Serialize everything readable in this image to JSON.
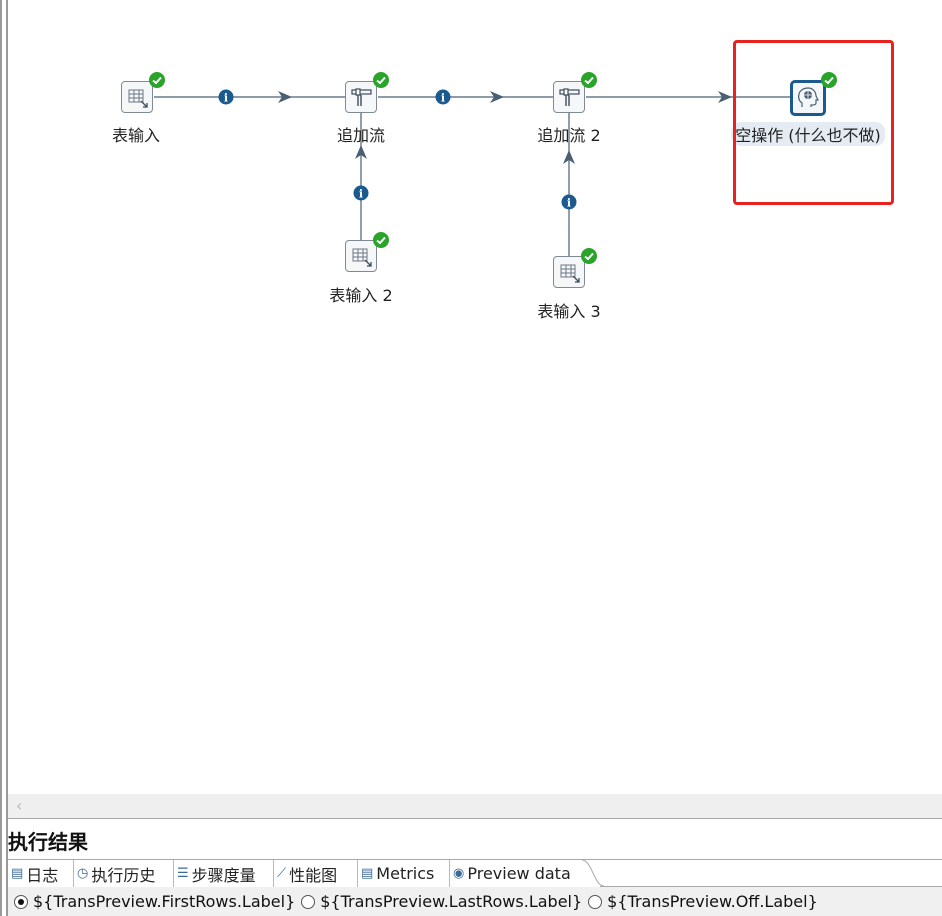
{
  "canvas": {
    "steps": [
      {
        "id": "table-input-1",
        "label": "表输入",
        "type": "table-input",
        "status": "success"
      },
      {
        "id": "append-stream-1",
        "label": "追加流",
        "type": "append-streams",
        "status": "success"
      },
      {
        "id": "table-input-2",
        "label": "表输入 2",
        "type": "table-input",
        "status": "success"
      },
      {
        "id": "append-stream-2",
        "label": "追加流 2",
        "type": "append-streams",
        "status": "success"
      },
      {
        "id": "table-input-3",
        "label": "表输入 3",
        "type": "table-input",
        "status": "success"
      },
      {
        "id": "dummy",
        "label": "空操作 (什么也不做)",
        "type": "dummy",
        "status": "success",
        "selected": true
      }
    ],
    "hops": [
      {
        "from": "表输入",
        "to": "追加流",
        "icon": "info-icon"
      },
      {
        "from": "表输入 2",
        "to": "追加流",
        "icon": "info-icon"
      },
      {
        "from": "追加流",
        "to": "追加流 2",
        "icon": "info-icon"
      },
      {
        "from": "表输入 3",
        "to": "追加流 2",
        "icon": "info-icon"
      },
      {
        "from": "追加流 2",
        "to": "空操作 (什么也不做)"
      }
    ],
    "highlight_color": "#e8231f",
    "success_color": "#2aa32a",
    "hop_color": "#4a5f73",
    "info_color": "#1b5a8e"
  },
  "scrollbar": {
    "left_arrow": "‹"
  },
  "results": {
    "title": "执行结果",
    "tabs": [
      {
        "label": "日志",
        "icon": "log-icon"
      },
      {
        "label": "执行历史",
        "icon": "history-icon"
      },
      {
        "label": "步骤度量",
        "icon": "step-metrics-icon"
      },
      {
        "label": "性能图",
        "icon": "performance-chart-icon"
      },
      {
        "label": "Metrics",
        "icon": "metrics-icon"
      },
      {
        "label": "Preview data",
        "icon": "eye-icon",
        "active": true
      }
    ],
    "preview_options": [
      {
        "label": "${TransPreview.FirstRows.Label}",
        "checked": true
      },
      {
        "label": "${TransPreview.LastRows.Label}",
        "checked": false
      },
      {
        "label": "${TransPreview.Off.Label}",
        "checked": false
      }
    ]
  }
}
